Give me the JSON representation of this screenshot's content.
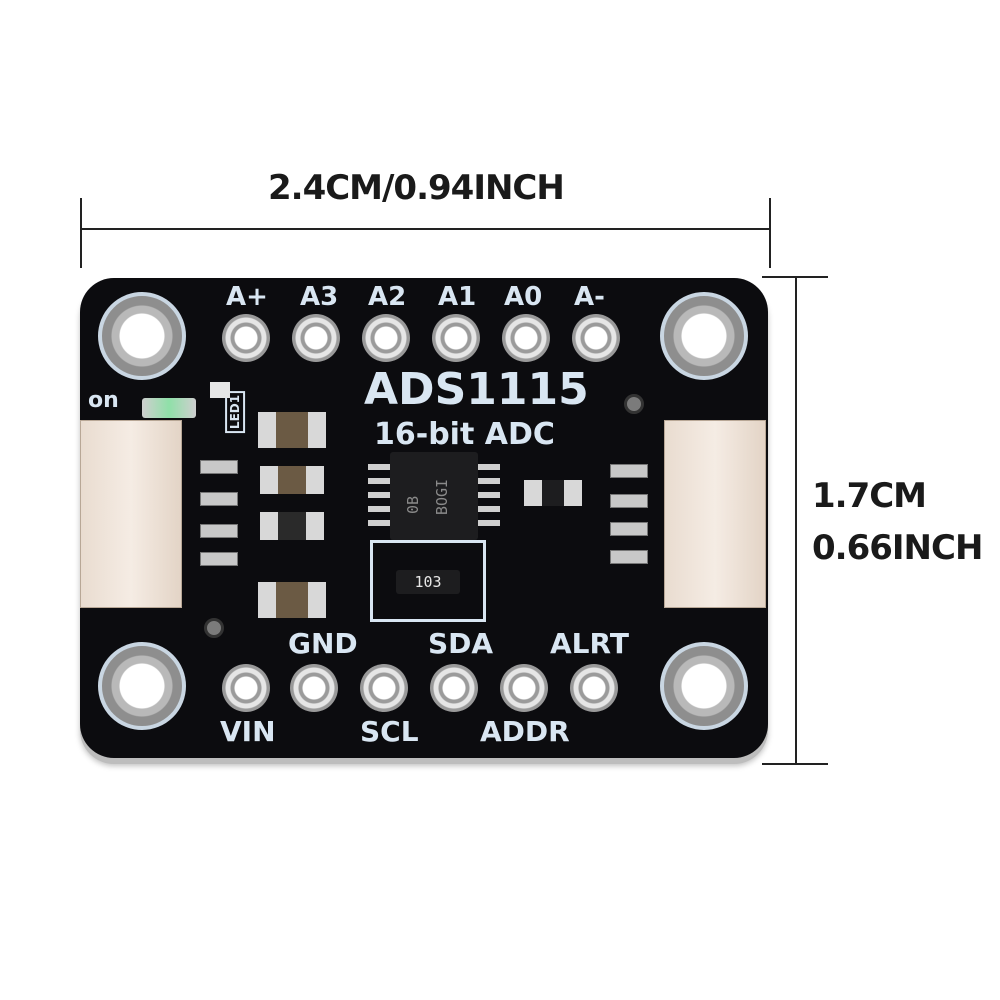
{
  "dimensions": {
    "width_label": "2.4CM/0.94INCH",
    "height_label_cm": "1.7CM",
    "height_label_inch": "0.66INCH"
  },
  "board": {
    "title": "ADS1115",
    "subtitle": "16-bit ADC",
    "led_label": "on",
    "top_pins": [
      "A+",
      "A3",
      "A2",
      "A1",
      "A0",
      "A-"
    ],
    "bottom_pins_upper": [
      "GND",
      "SDA",
      "ALRT"
    ],
    "bottom_pins_lower": [
      "VIN",
      "SCL",
      "ADDR"
    ],
    "resistor_marking": "103",
    "chip_marking_1": "0B",
    "chip_marking_2": "BOGI",
    "led_marking": "LED1"
  },
  "colors": {
    "pcb": "#0c0c0f",
    "silkscreen": "#d9e6f2",
    "connector": "#efe3d8"
  }
}
